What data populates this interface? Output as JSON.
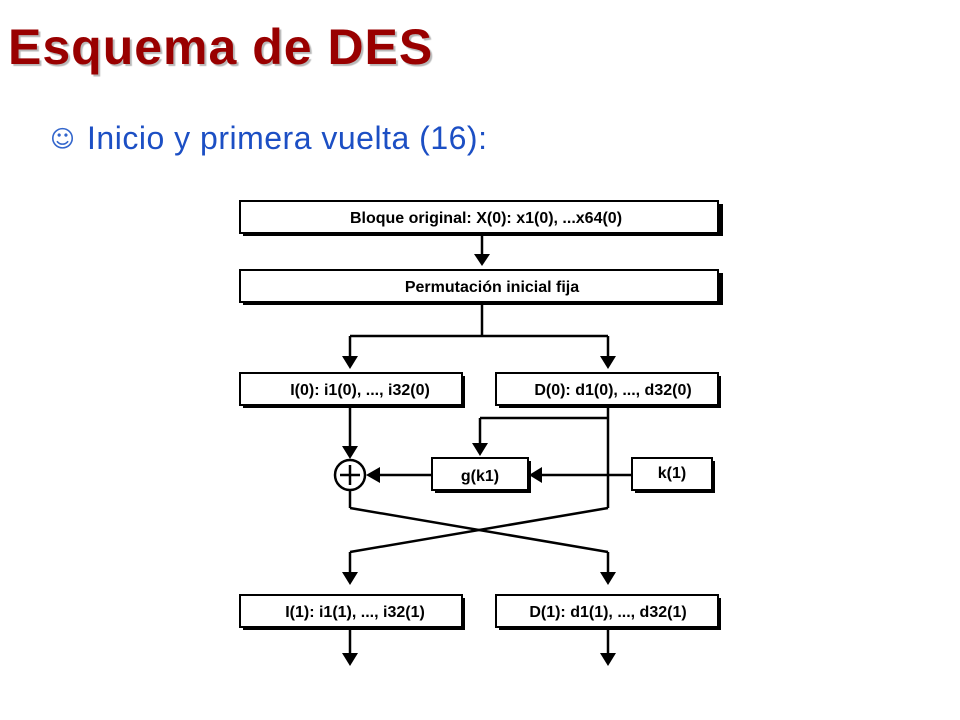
{
  "slide": {
    "title": "Esquema de DES",
    "bullet_icon": "smiley-icon",
    "bullet_text": "Inicio y primera vuelta (16):"
  },
  "diagram": {
    "block_original": "Bloque original: X(0): x1(0), ...x64(0)",
    "initial_permutation": "Permutación inicial fija",
    "left_0": "I(0): i1(0), ..., i32(0)",
    "right_0": "D(0): d1(0), ..., d32(0)",
    "xor_symbol": "+",
    "function_g": "g(k1)",
    "key_1": "k(1)",
    "left_1": "I(1): i1(1), ..., i32(1)",
    "right_1": "D(1): d1(1), ..., d32(1)"
  },
  "colors": {
    "title": "#990000",
    "bullet_text": "#1c4fc4"
  }
}
